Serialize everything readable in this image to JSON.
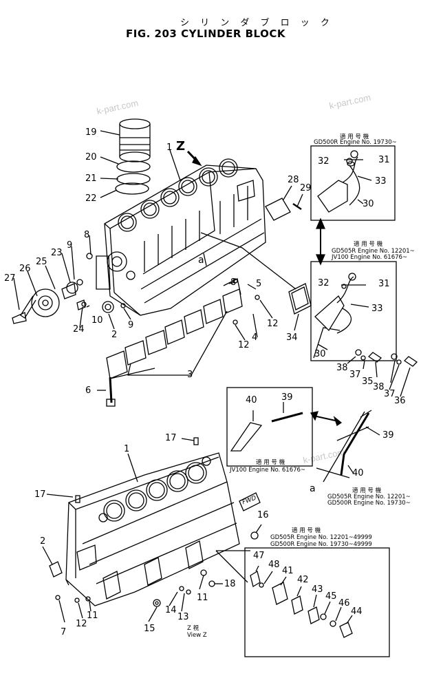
{
  "title_jp": "シ リ ン ダ ブ ロ ッ ク",
  "title_en": "FIG. 203  CYLINDER BLOCK",
  "watermark": "k-part.com",
  "view_z": {
    "letter": "Z",
    "jp": "Z 視",
    "en": "View Z"
  },
  "fwd": "FWD",
  "ref_a": "a",
  "box1": {
    "jp": "適 用 号 機",
    "line1": "GD500R  Engine  No. 19730~"
  },
  "box2": {
    "jp": "適 用 号 機",
    "line1": "GD505R  Engine  No.  12201~",
    "line2": "JV100   Engine  No.  61676~"
  },
  "box3": {
    "jp": "適 用 号 機",
    "line1": "JV100   Engine No. 61676~"
  },
  "box4": {
    "jp": "適 用 号 機",
    "line1": "GD505R  Engine  No.  12201~",
    "line2": "GD500R  Engine  No.  19730~"
  },
  "box5": {
    "jp": "適 用 号 機",
    "line1": "GD505R  Engine  No. 12201~49999",
    "line2": "GD500R  Engine  No. 19730~49999"
  },
  "callouts": [
    "1",
    "2",
    "3",
    "4",
    "5",
    "6",
    "7",
    "8",
    "9",
    "10",
    "11",
    "12",
    "13",
    "14",
    "15",
    "16",
    "17",
    "18",
    "19",
    "20",
    "21",
    "22",
    "23",
    "24",
    "25",
    "26",
    "27",
    "28",
    "29",
    "30",
    "31",
    "32",
    "33",
    "34",
    "35",
    "36",
    "37",
    "38",
    "39",
    "40",
    "41",
    "42",
    "43",
    "44",
    "45",
    "46",
    "47",
    "48"
  ]
}
